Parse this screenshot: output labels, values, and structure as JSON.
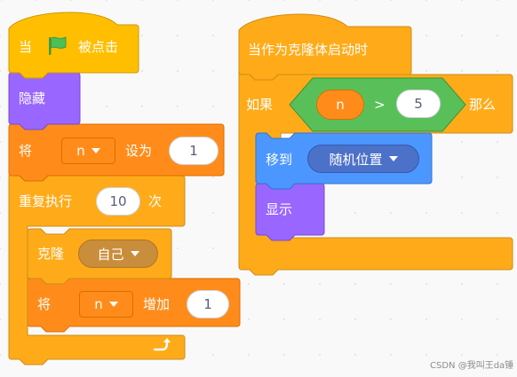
{
  "script1": {
    "hat": {
      "prefix": "当",
      "flag_icon": "green-flag-icon",
      "suffix": "被点击"
    },
    "hide": {
      "label": "隐藏"
    },
    "set_var": {
      "prefix": "将",
      "variable": "n",
      "middle": "设为",
      "value": "1"
    },
    "repeat": {
      "prefix": "重复执行",
      "count": "10",
      "suffix": "次",
      "loop_icon": "loop-arrow-icon"
    },
    "clone": {
      "label": "克隆",
      "target": "自己"
    },
    "change_var": {
      "prefix": "将",
      "variable": "n",
      "middle": "增加",
      "value": "1"
    }
  },
  "script2": {
    "hat": {
      "label": "当作为克隆体启动时"
    },
    "if_block": {
      "prefix": "如果",
      "suffix": "那么"
    },
    "condition": {
      "left": "n",
      "operator": ">",
      "right": "5"
    },
    "goto": {
      "label": "移到",
      "target": "随机位置"
    },
    "show": {
      "label": "显示"
    }
  },
  "watermark": "CSDN @我叫王da锤",
  "colors": {
    "events": "#ffbf00",
    "looks": "#9966ff",
    "variables": "#ff8c1a",
    "control": "#ffab19",
    "operators": "#59c059",
    "motion": "#4c97ff",
    "sensing": "#5cb1d6"
  }
}
